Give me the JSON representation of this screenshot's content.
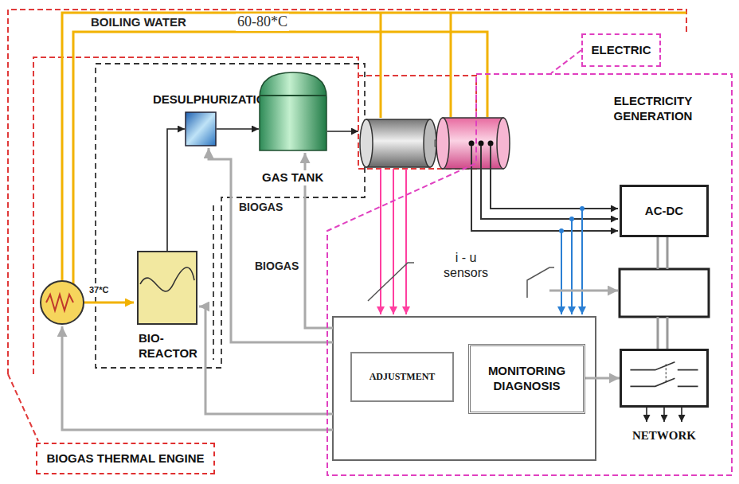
{
  "diagram": {
    "nodes": [
      {
        "text": [
          "ELECTRIC"
        ]
      },
      {
        "text": [
          "DESULPHURIZATION"
        ]
      },
      {
        "text": [
          "ELECTRICITY GENERATION"
        ]
      },
      {
        "text": [
          "GAS TANK"
        ]
      },
      {
        "text": [
          "AC-DC"
        ],
        "in": 2
      },
      {
        "text": [
          "BIO-REACTOR"
        ]
      },
      {
        "text": [
          "ADJUSTMENT"
        ],
        "in": 2
      },
      {
        "text": [
          "MONITORING DIAGNOSIS"
        ],
        "in": 2
      },
      {
        "text": [
          "NETWORK"
        ],
        "in": 2
      },
      {
        "text": [
          "BIOGAS THERMAL ENGINE"
        ]
      }
    ],
    "edges": [
      {
        "from": 5,
        "to": 1,
        "arrow": "to"
      },
      {
        "from": 1,
        "to": 3,
        "arrow": "to"
      },
      {
        "from": 7,
        "to": 8,
        "arrow": "to"
      },
      {
        "from": 0,
        "to": 2,
        "arrow": "none"
      }
    ],
    "labels": [
      "BOILING WATER",
      "60-80*C",
      "37*C",
      "BIOGAS",
      "BIOGAS",
      "i - u sensors"
    ]
  }
}
